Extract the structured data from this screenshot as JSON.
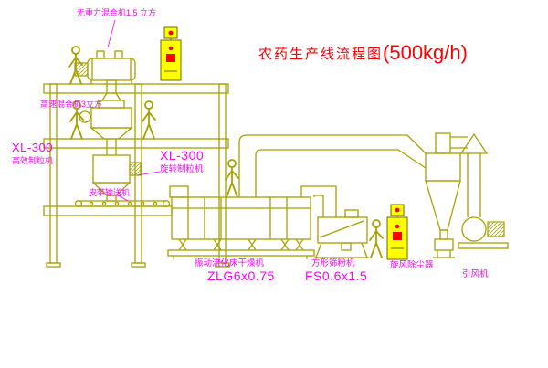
{
  "title": {
    "text": "农药生产线流程图",
    "capacity": "(500kg/h)"
  },
  "labels": {
    "gravity_mixer": "无重力混合机1.5 立方",
    "high_speed_mixer": "高速混合机3立方",
    "granulator_left_model": "XL-300",
    "granulator_left_name": "高效制粒机",
    "granulator_mid_model": "XL-300",
    "granulator_mid_name": "旋转制粒机",
    "belt_conveyor": "皮带输送机",
    "dryer_name": "振动流化床干燥机",
    "dryer_model": "ZLG6x0.75",
    "sieve_name": "方形筛粉机",
    "sieve_model": "FS0.6x1.5",
    "cyclone_name": "旋风除尘器",
    "fan_name": "引风机"
  },
  "colors": {
    "line": "#a8a200",
    "label": "#ff00ff",
    "title": "#ff0000",
    "panel": "#ffff00",
    "accent": "#ff0000",
    "background": "#ffffff"
  }
}
